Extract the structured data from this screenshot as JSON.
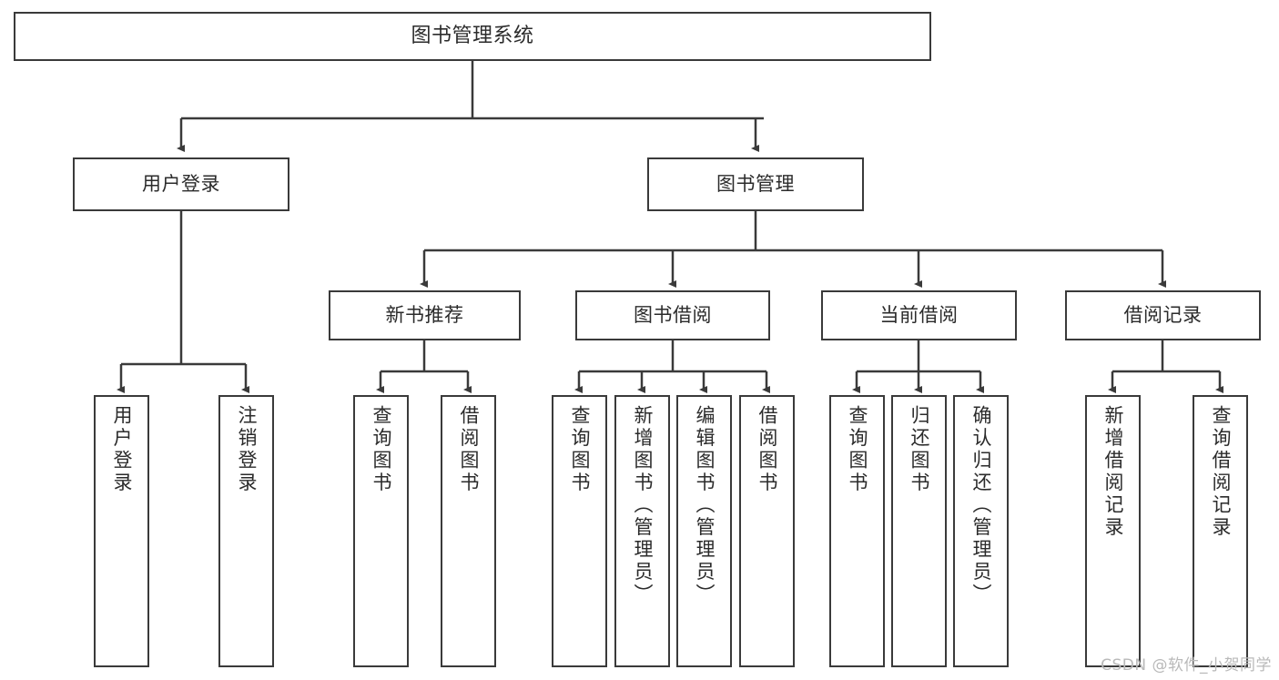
{
  "diagram": {
    "title": "图书管理系统",
    "watermark": "CSDN @软件_小贺同学",
    "root": {
      "label": "图书管理系统"
    },
    "level2": [
      {
        "label": "用户登录"
      },
      {
        "label": "图书管理"
      }
    ],
    "level3": [
      {
        "label": "新书推荐"
      },
      {
        "label": "图书借阅"
      },
      {
        "label": "当前借阅"
      },
      {
        "label": "借阅记录"
      }
    ],
    "leaves": [
      {
        "label": "用户登录"
      },
      {
        "label": "注销登录"
      },
      {
        "label": "查询图书"
      },
      {
        "label": "借阅图书"
      },
      {
        "label": "查询图书"
      },
      {
        "label": "新增图书（管理员）"
      },
      {
        "label": "编辑图书（管理员）"
      },
      {
        "label": "借阅图书"
      },
      {
        "label": "查询图书"
      },
      {
        "label": "归还图书"
      },
      {
        "label": "确认归还（管理员）"
      },
      {
        "label": "新增借阅记录"
      },
      {
        "label": "查询借阅记录"
      }
    ],
    "colors": {
      "stroke": "#3a3a3a",
      "fill": "#ffffff",
      "text": "#2b2b2b",
      "watermark": "#b9b9b9"
    }
  }
}
